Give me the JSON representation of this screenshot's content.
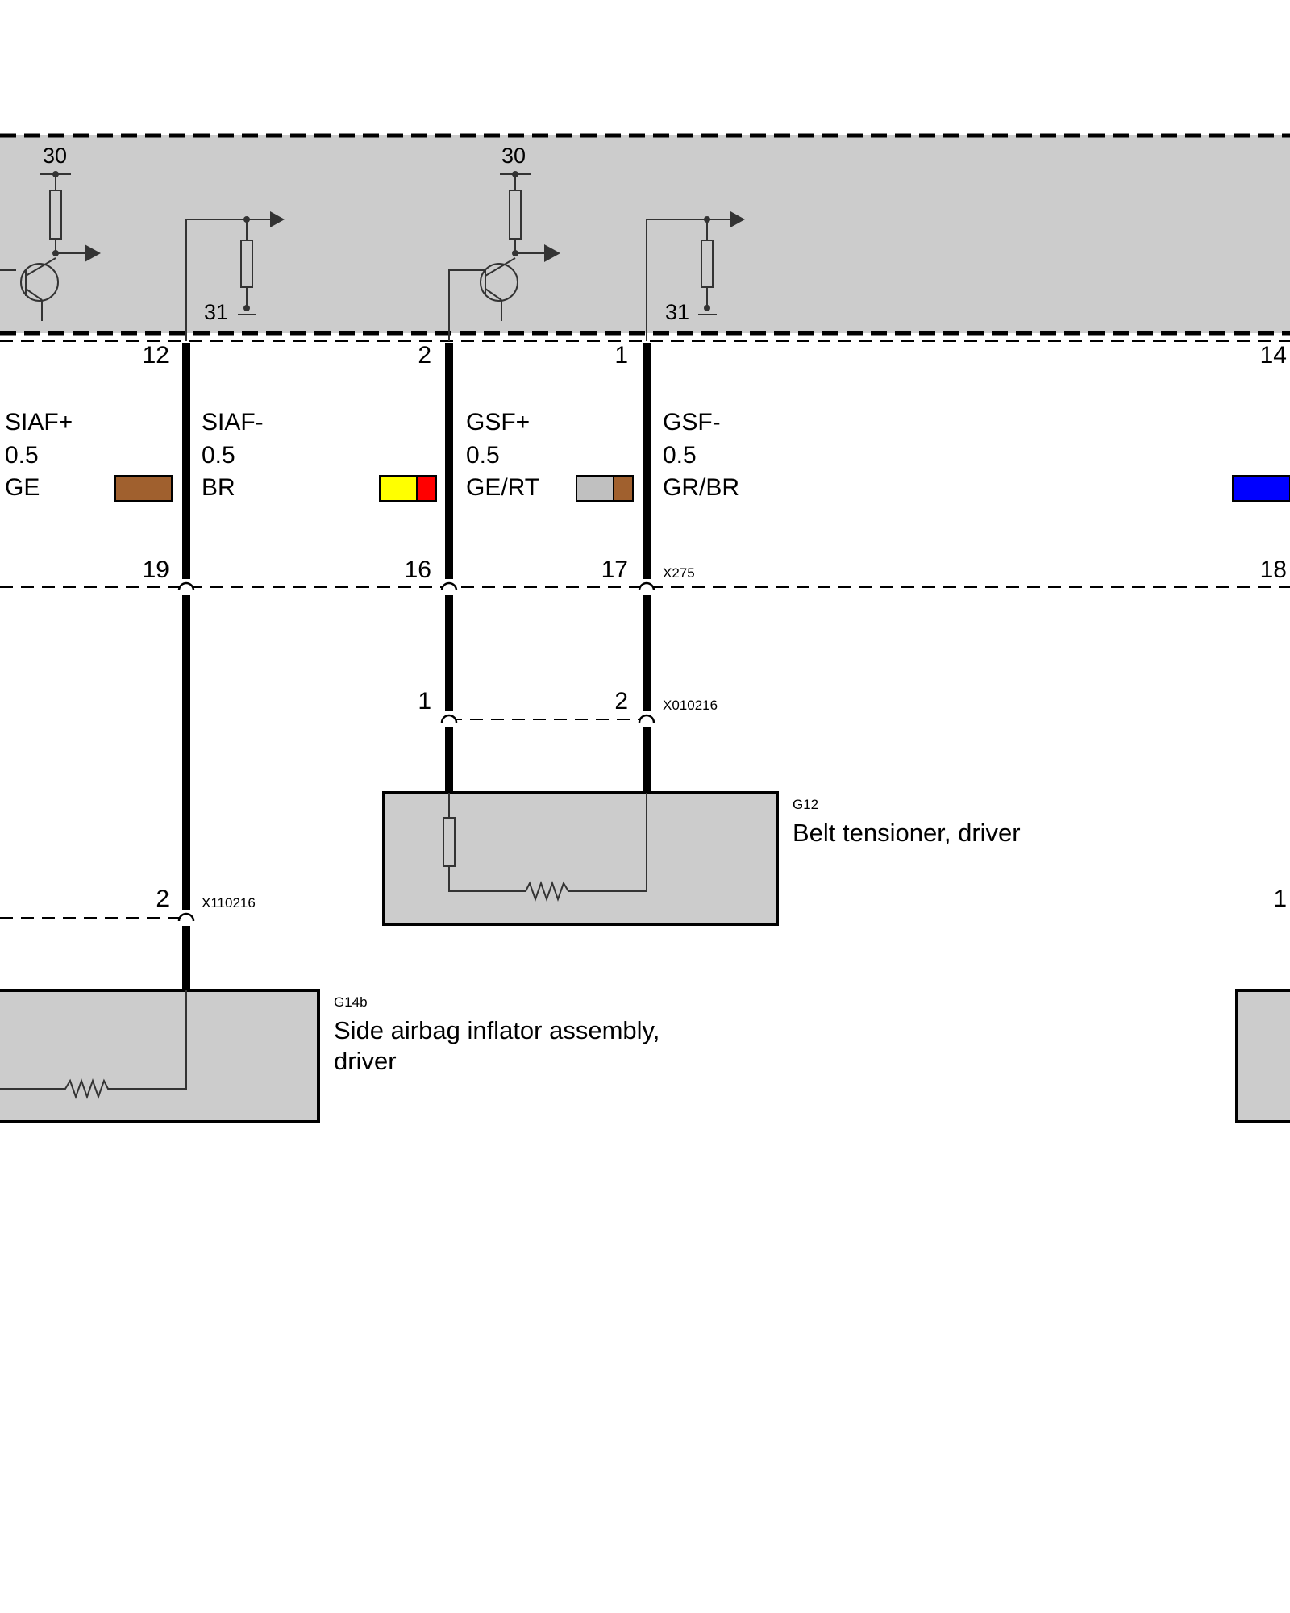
{
  "module": {
    "rails": {
      "supply_left": "30",
      "supply_right": "30",
      "ground_left": "31",
      "ground_right": "31"
    },
    "pins": {
      "siaf_minus": "12",
      "gsf_plus": "2",
      "gsf_minus": "1",
      "right_edge": "14"
    }
  },
  "wires": [
    {
      "signal": "SIAF+",
      "gauge": "0.5",
      "color_code": "GE",
      "swatch": [
        "#a0602e"
      ]
    },
    {
      "signal": "SIAF-",
      "gauge": "0.5",
      "color_code": "BR",
      "swatch": [
        "#ffff00",
        "#ff0000"
      ]
    },
    {
      "signal": "GSF+",
      "gauge": "0.5",
      "color_code": "GE/RT",
      "swatch": [
        "#c0c0c0",
        "#a0602e"
      ]
    },
    {
      "signal": "GSF-",
      "gauge": "0.5",
      "color_code": "GR/BR",
      "swatch": [
        "#0000ff"
      ]
    }
  ],
  "connector_x275": {
    "name": "X275",
    "pins": {
      "siaf_minus": "19",
      "gsf_plus": "16",
      "gsf_minus": "17",
      "right_edge": "18"
    }
  },
  "connector_x010216": {
    "name": "X010216",
    "pins": {
      "gsf_plus": "1",
      "gsf_minus": "2"
    }
  },
  "connector_x110216": {
    "name": "X110216",
    "pins": {
      "siaf_minus": "2",
      "right_edge": "1"
    }
  },
  "components": {
    "belt_tensioner": {
      "code": "G12",
      "name": "Belt tensioner, driver"
    },
    "side_airbag": {
      "code": "G14b",
      "name_line1": "Side airbag inflator assembly,",
      "name_line2": "driver"
    }
  }
}
